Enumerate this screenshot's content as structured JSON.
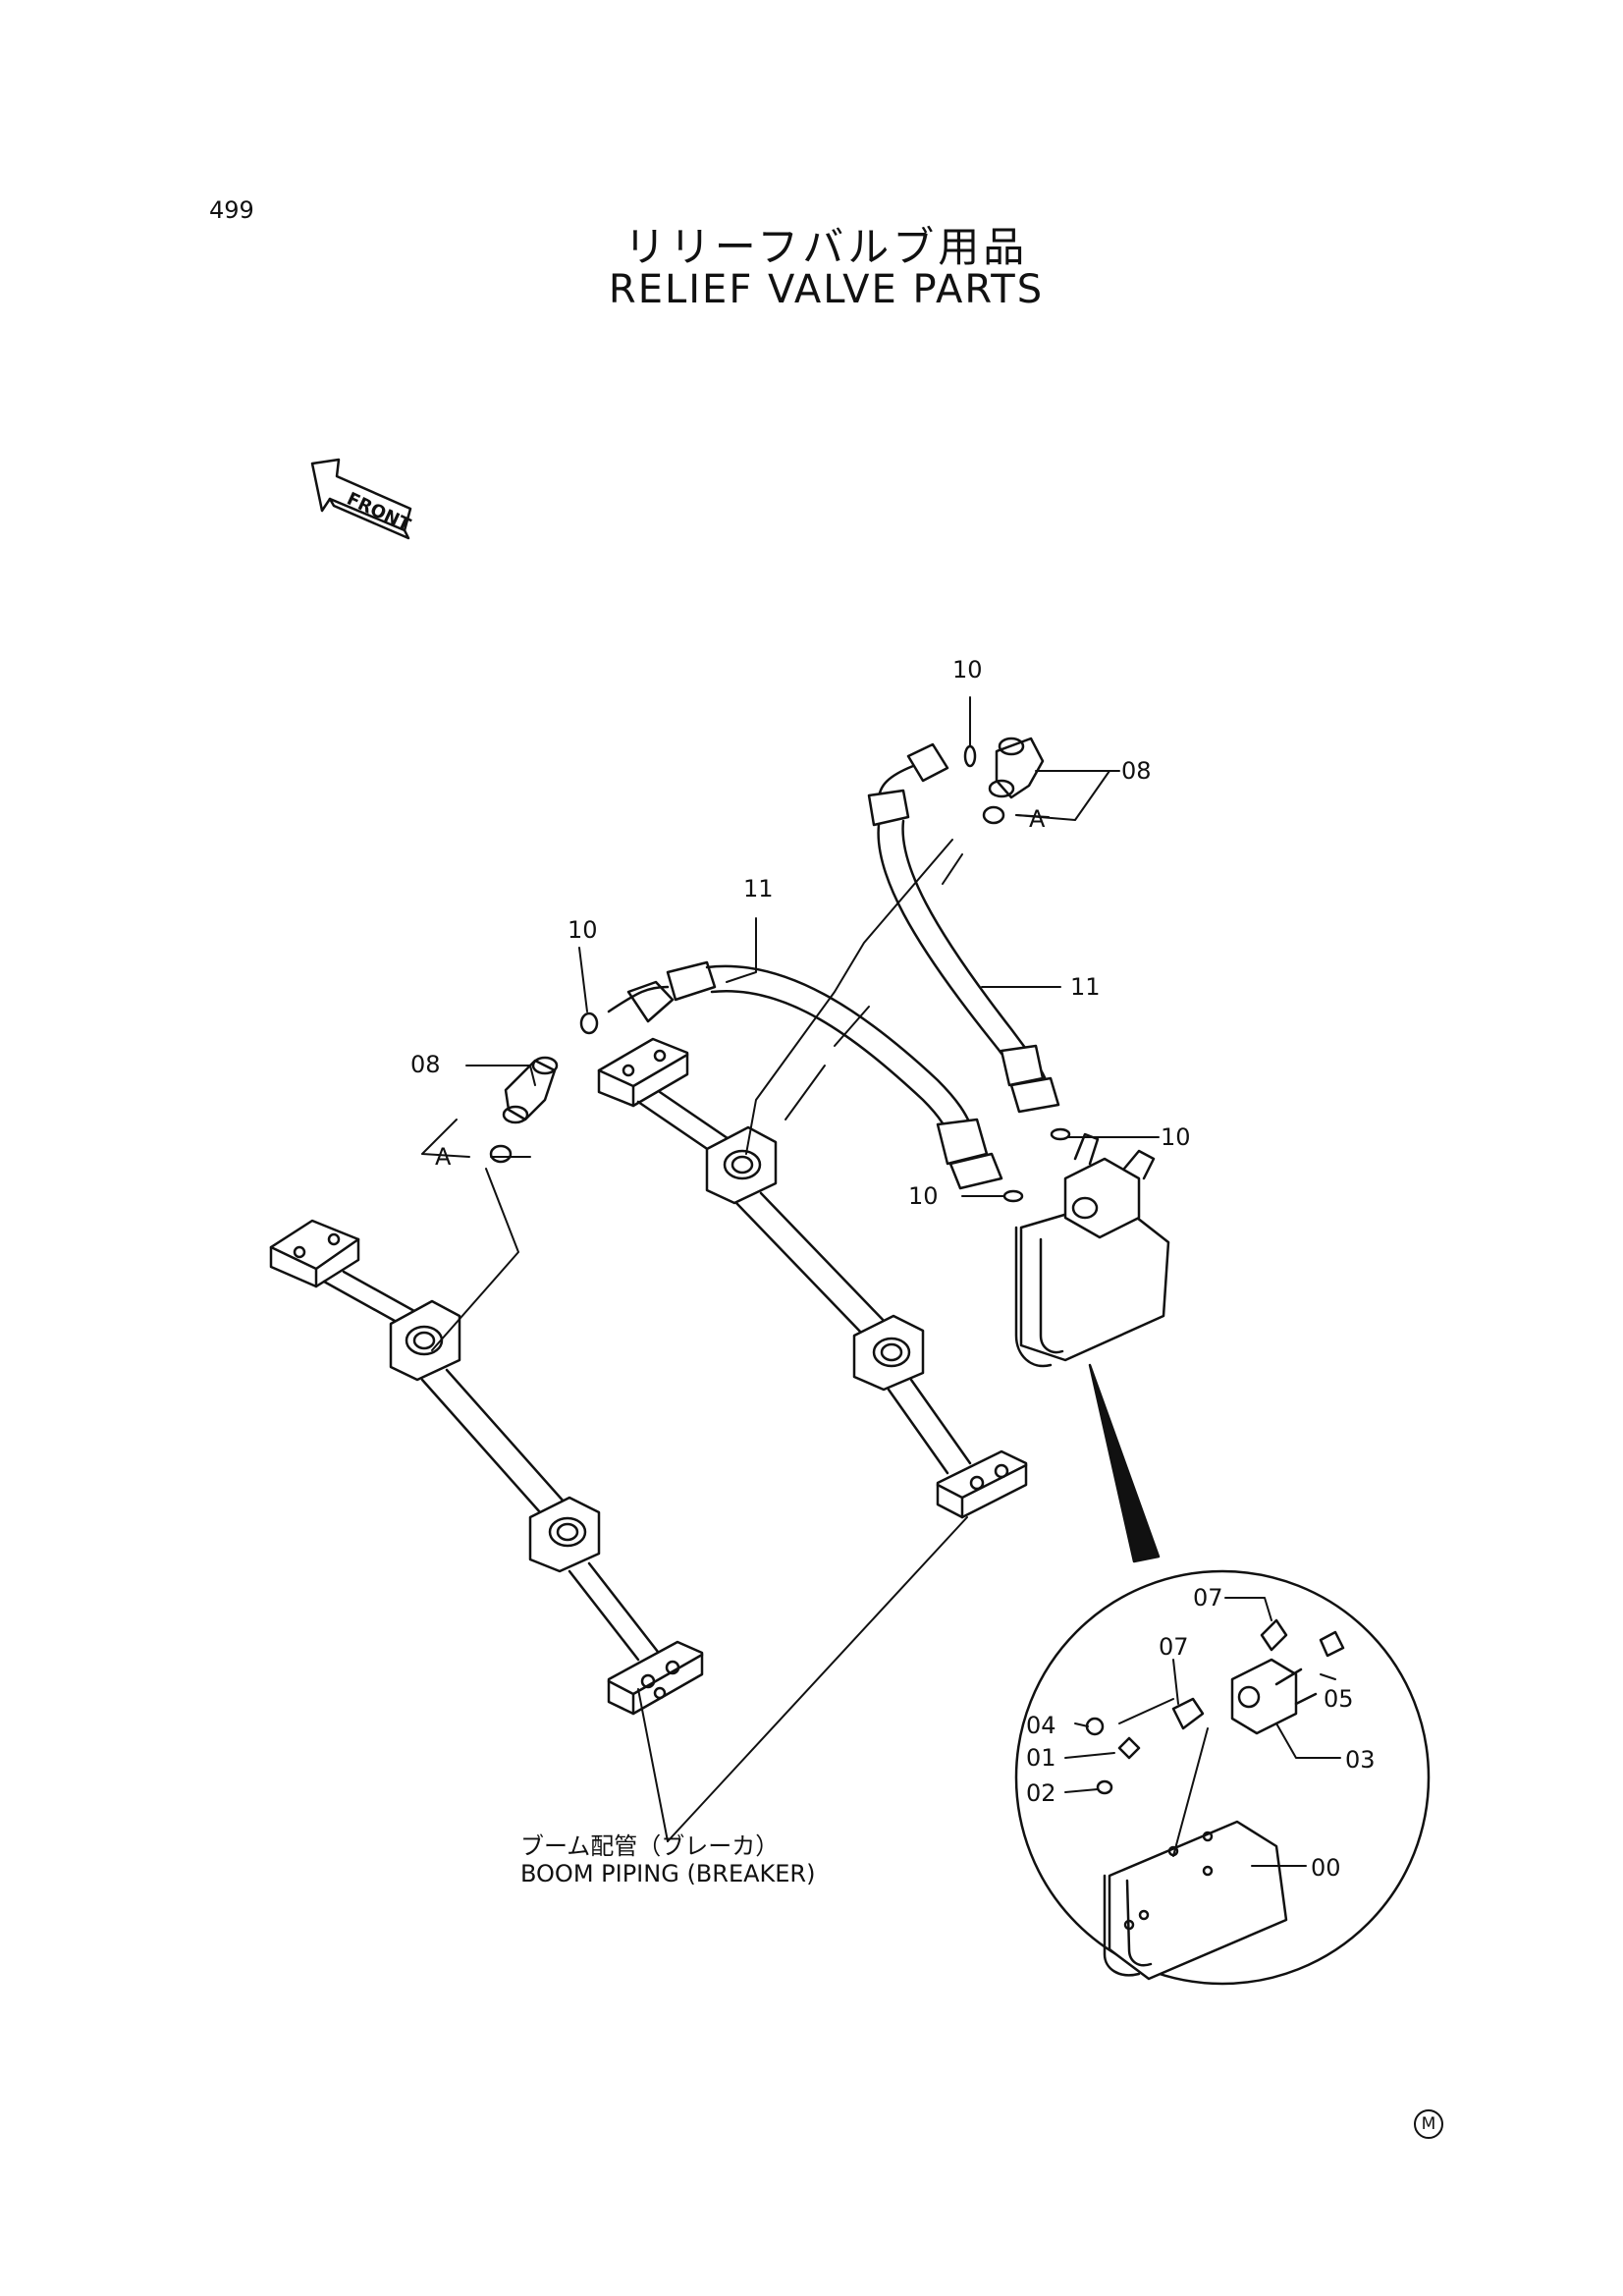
{
  "page": {
    "number": "499",
    "title_jp": "リリーフバルブ用品",
    "title_en": "RELIEF VALVE PARTS"
  },
  "front_arrow": {
    "label": "FRONT"
  },
  "callouts": {
    "c10_top": "10",
    "c08_top": "08",
    "cA_top": "A",
    "c11_top": "11",
    "c10_left": "10",
    "c11_right": "11",
    "c08_left": "08",
    "cA_left": "A",
    "c10_mid_right": "10",
    "c10_mid_left": "10",
    "c07_a": "07",
    "c07_b": "07",
    "c04": "04",
    "c01": "01",
    "c02": "02",
    "c05": "05",
    "c03": "03",
    "c00": "00"
  },
  "caption": {
    "jp": "ブーム配管（ブレーカ）",
    "en": "BOOM PIPING (BREAKER)"
  },
  "mark": "M"
}
